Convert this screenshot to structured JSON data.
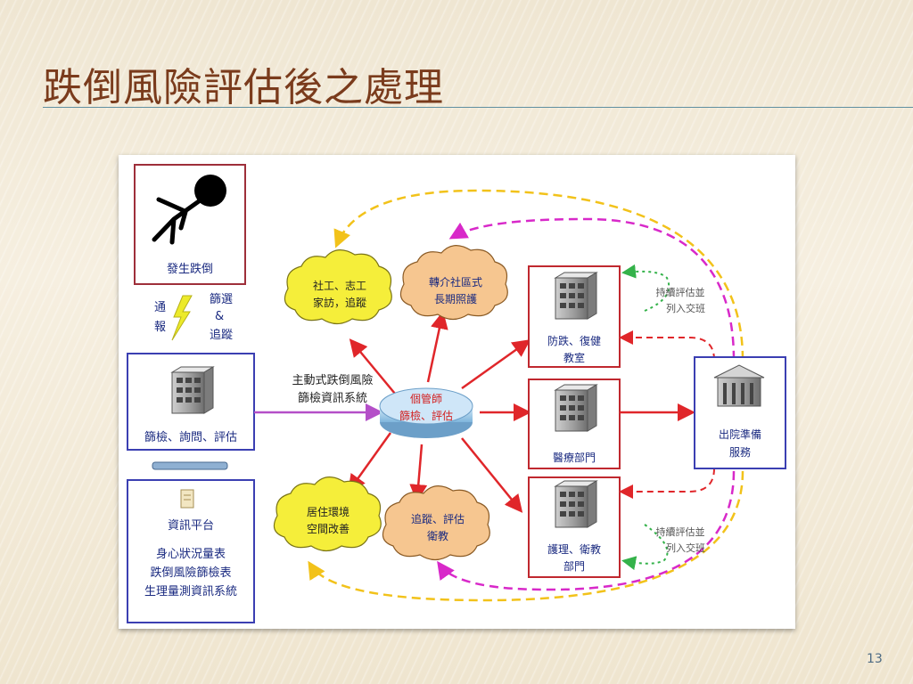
{
  "slide": {
    "title": "跌倒風險評估後之處理",
    "page_number": "13"
  },
  "diagram": {
    "fall_box": {
      "label": "發生跌倒"
    },
    "report": {
      "label": "通報"
    },
    "screen_track": {
      "line1": "篩選",
      "line2": "&",
      "line3": "追蹤"
    },
    "screening_box": {
      "label": "篩檢、詢問、評估"
    },
    "info_platform": {
      "title": "資訊平台",
      "items": [
        "身心狀況量表",
        "跌倒風險篩檢表",
        "生理量測資訊系統"
      ]
    },
    "system_label": {
      "line1": "主動式跌倒風險",
      "line2": "篩檢資訊系統"
    },
    "case_manager": {
      "line1": "個管師",
      "line2": "篩檢、評估"
    },
    "clouds": {
      "social": {
        "line1": "社工、志工",
        "line2": "家訪，追蹤"
      },
      "referral": {
        "line1": "轉介社區式",
        "line2": "長期照護"
      },
      "living": {
        "line1": "居住環境",
        "line2": "空間改善"
      },
      "tracking": {
        "line1": "追蹤、評估",
        "line2": "衛教"
      }
    },
    "departments": {
      "prevention": {
        "line1": "防跌、復健",
        "line2": "教室"
      },
      "medical": {
        "label": "醫療部門"
      },
      "nursing": {
        "line1": "護理、衛教",
        "line2": "部門"
      }
    },
    "discharge": {
      "line1": "出院準備",
      "line2": "服務"
    },
    "continue_top": {
      "line1": "持續評估並",
      "line2": "列入交班"
    },
    "continue_bottom": {
      "line1": "持續評估並",
      "line2": "列入交班"
    }
  }
}
